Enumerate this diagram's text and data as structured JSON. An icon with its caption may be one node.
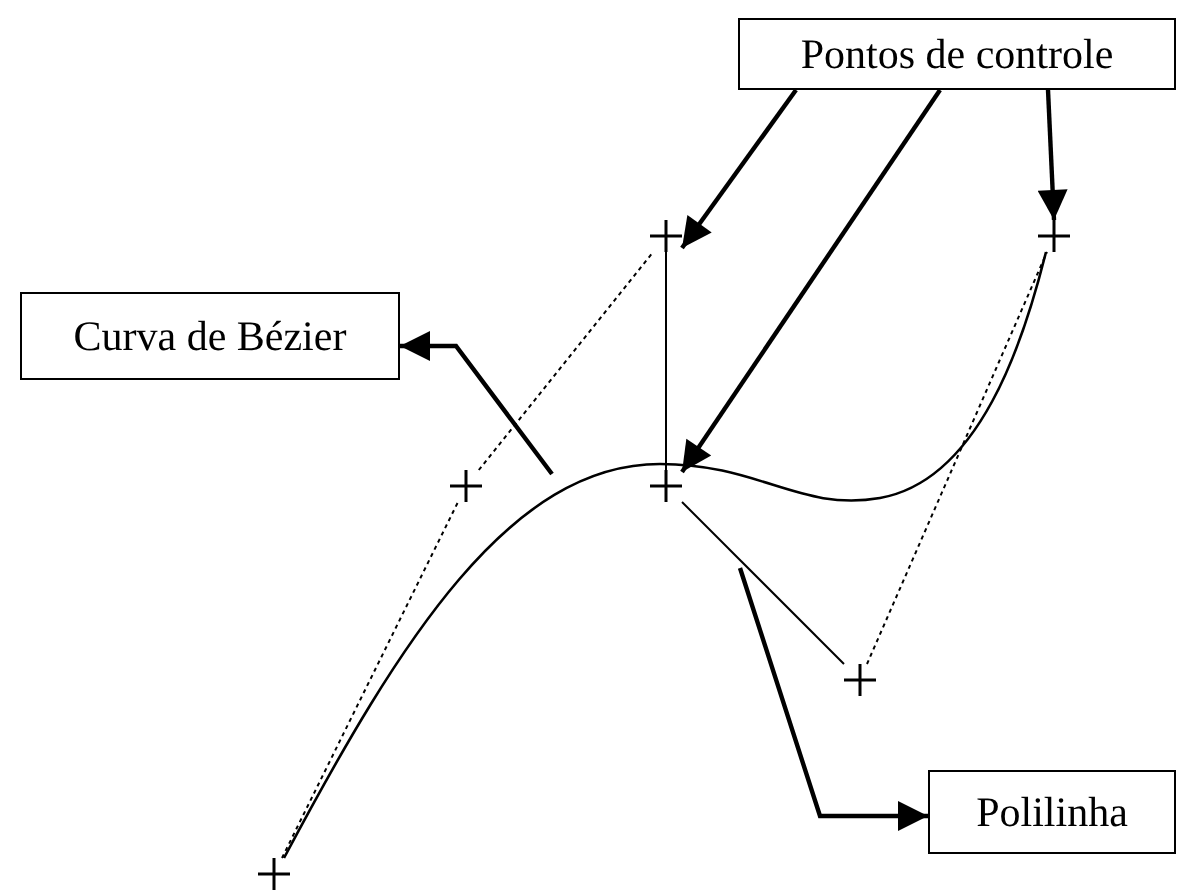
{
  "diagram": {
    "nodes": [
      {
        "text": [
          "Pontos de controle"
        ]
      },
      {
        "text": [
          "Curva de Bézier"
        ]
      },
      {
        "text": [
          "Polilinha"
        ]
      },
      {
        "text": [],
        "shape": "cross"
      },
      {
        "text": [],
        "shape": "cross"
      },
      {
        "text": [],
        "shape": "cross"
      },
      {
        "text": [],
        "shape": "cross"
      },
      {
        "text": [],
        "shape": "cross"
      },
      {
        "text": [],
        "shape": "cross"
      }
    ],
    "edges": [
      {
        "from": 0,
        "to": 5,
        "arrow": "to"
      },
      {
        "from": 0,
        "to": 6,
        "arrow": "to"
      },
      {
        "from": 0,
        "to": 8,
        "arrow": "to"
      },
      {
        "from": null,
        "to": 1,
        "arrow": "to"
      },
      {
        "from": null,
        "to": 2,
        "arrow": "to"
      },
      {
        "from": 3,
        "to": 4,
        "arrow": "none",
        "style": "dashed"
      },
      {
        "from": 4,
        "to": 5,
        "arrow": "none",
        "style": "dashed"
      },
      {
        "from": 5,
        "to": 6,
        "arrow": "none"
      },
      {
        "from": 6,
        "to": 7,
        "arrow": "none"
      },
      {
        "from": 7,
        "to": 8,
        "arrow": "none",
        "style": "dashed"
      },
      {
        "from": 3,
        "to": 8,
        "arrow": "none"
      }
    ]
  }
}
